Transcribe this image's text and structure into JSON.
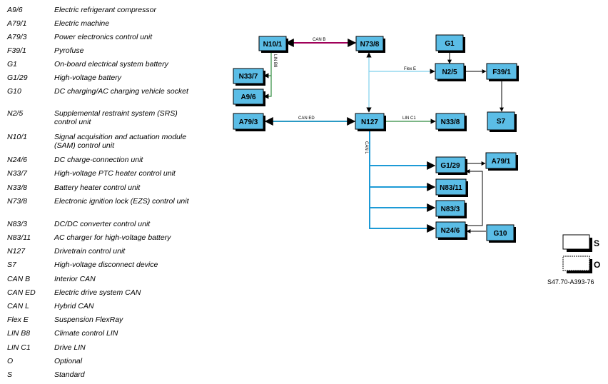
{
  "legend": [
    {
      "code": "A9/6",
      "desc": "Electric refrigerant compressor"
    },
    {
      "code": "A79/1",
      "desc": "Electric machine"
    },
    {
      "code": "A79/3",
      "desc": "Power electronics control unit"
    },
    {
      "code": "F39/1",
      "desc": "Pyrofuse"
    },
    {
      "code": "G1",
      "desc": "On-board electrical system battery"
    },
    {
      "code": "G1/29",
      "desc": "High-voltage battery"
    },
    {
      "code": "G10",
      "desc": "DC charging/AC charging vehicle socket"
    },
    {
      "code": "N2/5",
      "desc": "Supplemental restraint system (SRS) control unit"
    },
    {
      "code": "N10/1",
      "desc": "Signal acquisition and actuation module (SAM) control unit"
    },
    {
      "code": "N24/6",
      "desc": "DC charge-connection unit"
    },
    {
      "code": "N33/7",
      "desc": "High-voltage PTC heater control unit"
    },
    {
      "code": "N33/8",
      "desc": "Battery heater control unit"
    },
    {
      "code": "N73/8",
      "desc": "Electronic ignition lock (EZS) control unit"
    },
    {
      "code": "N83/3",
      "desc": "DC/DC converter control unit"
    },
    {
      "code": "N83/11",
      "desc": "AC charger for high-voltage battery"
    },
    {
      "code": "N127",
      "desc": "Drivetrain control unit"
    },
    {
      "code": "S7",
      "desc": "High-voltage disconnect device"
    },
    {
      "code": "CAN B",
      "desc": "Interior CAN"
    },
    {
      "code": "CAN ED",
      "desc": "Electric drive system CAN"
    },
    {
      "code": "CAN L",
      "desc": "Hybrid CAN"
    },
    {
      "code": "Flex E",
      "desc": "Suspension FlexRay"
    },
    {
      "code": "LIN B8",
      "desc": "Climate control LIN"
    },
    {
      "code": "LIN C1",
      "desc": "Drive LIN"
    },
    {
      "code": "O",
      "desc": "Optional"
    },
    {
      "code": "S",
      "desc": "Standard"
    }
  ],
  "boxes": {
    "n10_1": "N10/1",
    "n73_8": "N73/8",
    "g1": "G1",
    "n33_7": "N33/7",
    "a9_6": "A9/6",
    "n2_5": "N2/5",
    "f39_1": "F39/1",
    "s7": "S7",
    "a79_3": "A79/3",
    "n127": "N127",
    "n33_8": "N33/8",
    "g1_29": "G1/29",
    "a79_1": "A79/1",
    "n83_11": "N83/11",
    "n83_3": "N83/3",
    "n24_6": "N24/6",
    "g10": "G10"
  },
  "buses": {
    "can_b": "CAN B",
    "lin_b8": "LIN B8",
    "flex_e": "Flex E",
    "can_ed": "CAN ED",
    "lin_c1": "LIN C1",
    "can_l": "CAN L"
  },
  "key": {
    "standard": "S",
    "optional": "O"
  },
  "reference": "S47.70-A393-76",
  "colors": {
    "box_fill": "#5bbde6",
    "shadow": "#000000",
    "can_b": "#a0005a",
    "lin": "#2e8b3e",
    "can_ed": "#2a9ac4",
    "can_l": "#1d9ad6",
    "flex_e": "#7fd0ec",
    "wire": "#333333"
  }
}
